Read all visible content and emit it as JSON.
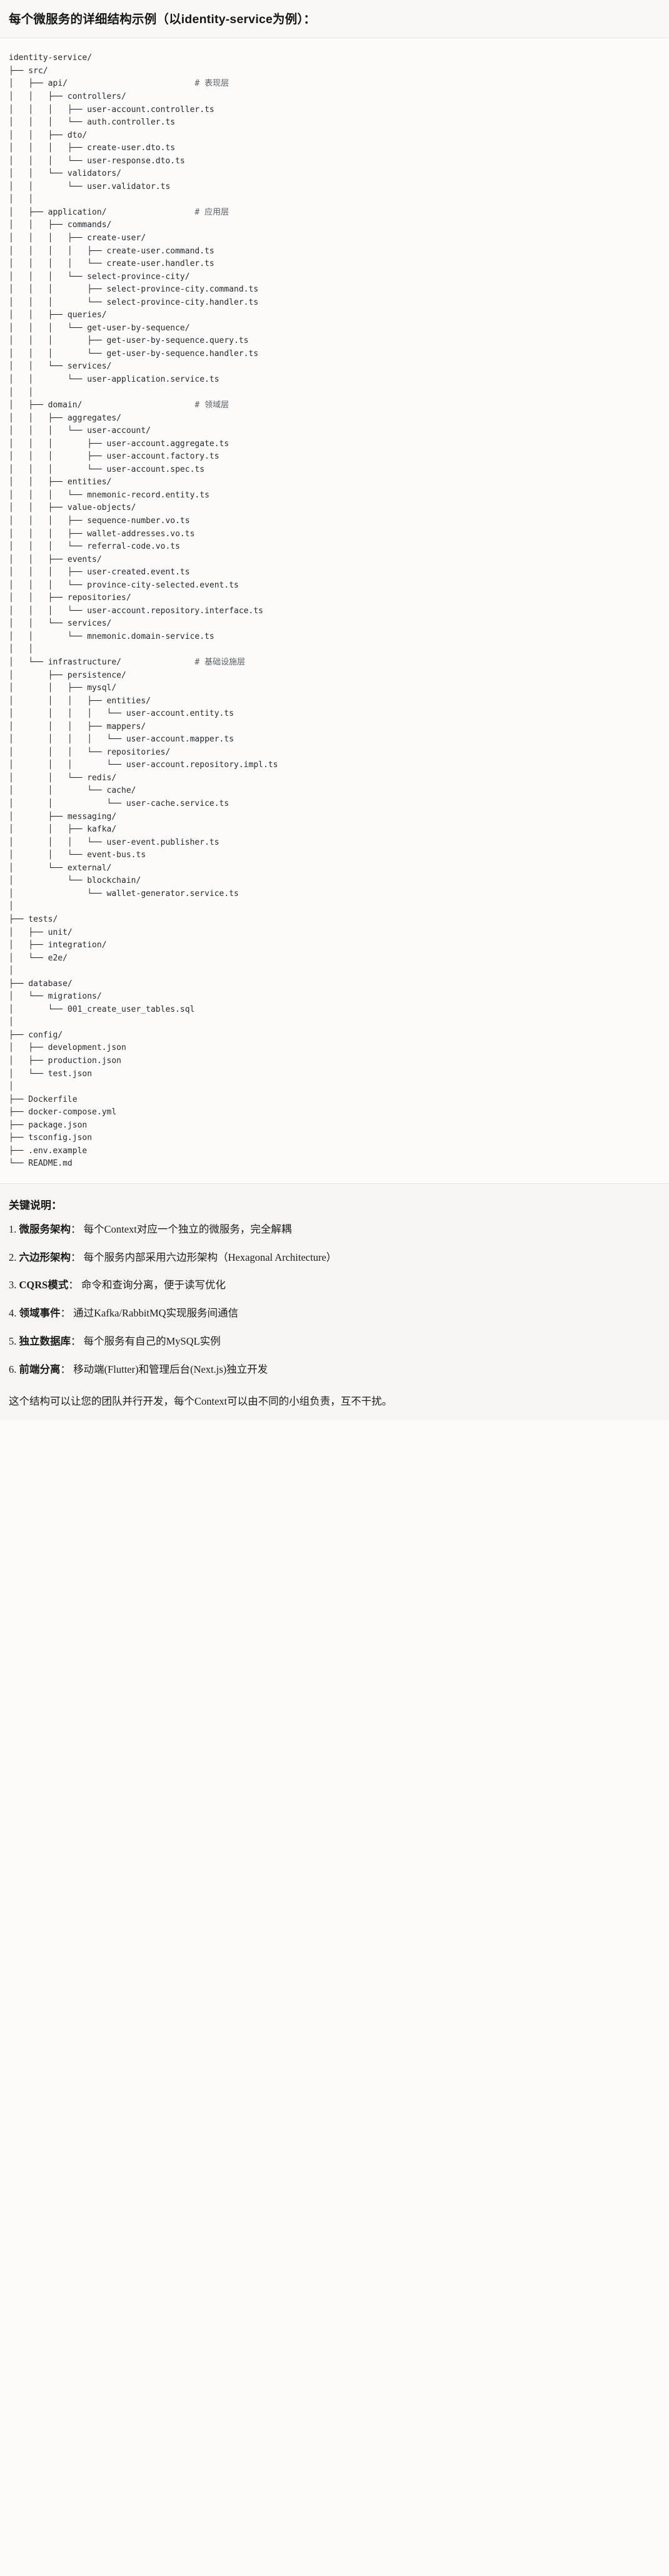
{
  "document": {
    "title": "每个微服务的详细结构示例（以identity-service为例）："
  },
  "tree": {
    "root": "identity-service/",
    "text": "identity-service/\n├── src/\n│   ├── api/                          # 表现层\n│   │   ├── controllers/\n│   │   │   ├── user-account.controller.ts\n│   │   │   └── auth.controller.ts\n│   │   ├── dto/\n│   │   │   ├── create-user.dto.ts\n│   │   │   └── user-response.dto.ts\n│   │   └── validators/\n│   │       └── user.validator.ts\n│   │\n│   ├── application/                  # 应用层\n│   │   ├── commands/\n│   │   │   ├── create-user/\n│   │   │   │   ├── create-user.command.ts\n│   │   │   │   └── create-user.handler.ts\n│   │   │   └── select-province-city/\n│   │   │       ├── select-province-city.command.ts\n│   │   │       └── select-province-city.handler.ts\n│   │   ├── queries/\n│   │   │   └── get-user-by-sequence/\n│   │   │       ├── get-user-by-sequence.query.ts\n│   │   │       └── get-user-by-sequence.handler.ts\n│   │   └── services/\n│   │       └── user-application.service.ts\n│   │\n│   ├── domain/                       # 领域层\n│   │   ├── aggregates/\n│   │   │   └── user-account/\n│   │   │       ├── user-account.aggregate.ts\n│   │   │       ├── user-account.factory.ts\n│   │   │       └── user-account.spec.ts\n│   │   ├── entities/\n│   │   │   └── mnemonic-record.entity.ts\n│   │   ├── value-objects/\n│   │   │   ├── sequence-number.vo.ts\n│   │   │   ├── wallet-addresses.vo.ts\n│   │   │   └── referral-code.vo.ts\n│   │   ├── events/\n│   │   │   ├── user-created.event.ts\n│   │   │   └── province-city-selected.event.ts\n│   │   ├── repositories/\n│   │   │   └── user-account.repository.interface.ts\n│   │   └── services/\n│   │       └── mnemonic.domain-service.ts\n│   │\n│   └── infrastructure/               # 基础设施层\n│       ├── persistence/\n│       │   ├── mysql/\n│       │   │   ├── entities/\n│       │   │   │   └── user-account.entity.ts\n│       │   │   ├── mappers/\n│       │   │   │   └── user-account.mapper.ts\n│       │   │   └── repositories/\n│       │   │       └── user-account.repository.impl.ts\n│       │   └── redis/\n│       │       └── cache/\n│       │           └── user-cache.service.ts\n│       ├── messaging/\n│       │   ├── kafka/\n│       │   │   └── user-event.publisher.ts\n│       │   └── event-bus.ts\n│       └── external/\n│           └── blockchain/\n│               └── wallet-generator.service.ts\n│\n├── tests/\n│   ├── unit/\n│   ├── integration/\n│   └── e2e/\n│\n├── database/\n│   └── migrations/\n│       └── 001_create_user_tables.sql\n│\n├── config/\n│   ├── development.json\n│   ├── production.json\n│   └── test.json\n│\n├── Dockerfile\n├── docker-compose.yml\n├── package.json\n├── tsconfig.json\n├── .env.example\n└── README.md",
    "layer_comments": [
      {
        "path": "api/",
        "comment": "# 表现层"
      },
      {
        "path": "application/",
        "comment": "# 应用层"
      },
      {
        "path": "domain/",
        "comment": "# 领域层"
      },
      {
        "path": "infrastructure/",
        "comment": "# 基础设施层"
      }
    ],
    "root_files": [
      "Dockerfile",
      "docker-compose.yml",
      "package.json",
      "tsconfig.json",
      ".env.example",
      "README.md"
    ]
  },
  "notes": {
    "heading": "关键说明：",
    "items": [
      {
        "num": "1.",
        "term": "微服务架构",
        "sep": "：",
        "desc": "每个Context对应一个独立的微服务，完全解耦"
      },
      {
        "num": "2.",
        "term": "六边形架构",
        "sep": "：",
        "desc": "每个服务内部采用六边形架构（Hexagonal Architecture）"
      },
      {
        "num": "3.",
        "term": "CQRS模式",
        "sep": "：",
        "desc": "命令和查询分离，便于读写优化"
      },
      {
        "num": "4.",
        "term": "领域事件",
        "sep": "：",
        "desc": "通过Kafka/RabbitMQ实现服务间通信"
      },
      {
        "num": "5.",
        "term": "独立数据库",
        "sep": "：",
        "desc": "每个服务有自己的MySQL实例"
      },
      {
        "num": "6.",
        "term": "前端分离",
        "sep": "：",
        "desc": "移动端(Flutter)和管理后台(Next.js)独立开发"
      }
    ],
    "closing": "这个结构可以让您的团队并行开发，每个Context可以由不同的小组负责，互不干扰。"
  },
  "colors": {
    "page_bg": "#faf8f5",
    "tree_bg": "#fcfbfa",
    "notes_bg": "#f7f5f1",
    "text": "#1a1a1a",
    "code_text": "#24292f",
    "comment_text": "#57606a",
    "divider": "#e6e3de"
  }
}
